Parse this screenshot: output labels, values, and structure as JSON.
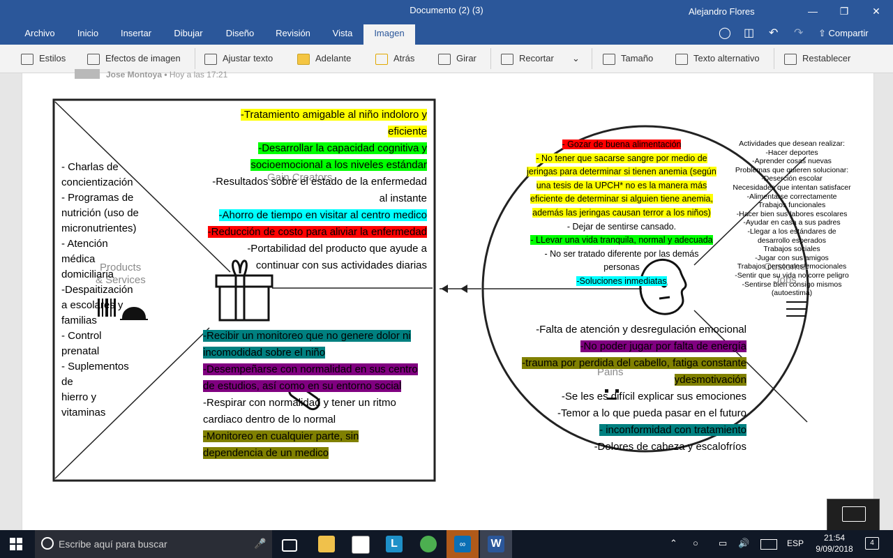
{
  "window": {
    "title": "Documento (2) (3)",
    "user": "Alejandro Flores",
    "share_label": "Compartir"
  },
  "tabs": [
    "Archivo",
    "Inicio",
    "Insertar",
    "Dibujar",
    "Diseño",
    "Revisión",
    "Vista",
    "Imagen"
  ],
  "ribbon": {
    "estilos": "Estilos",
    "efectos": "Efectos de imagen",
    "ajustar": "Ajustar texto",
    "adelante": "Adelante",
    "atras": "Atrás",
    "girar": "Girar",
    "recortar": "Recortar",
    "tamano": "Tamaño",
    "texto_alt": "Texto alternativo",
    "restablecer": "Restablecer"
  },
  "comment": {
    "author": "Jose Montoya",
    "time": "Hoy a las 17:21"
  },
  "canvas_labels": {
    "gain_creators": "Gain Creators",
    "products": "Products",
    "services": "& Services",
    "customer": "Customer",
    "jobs": "Jobs",
    "pains": "Pains"
  },
  "products_list": [
    "- Charlas de",
    "concientización",
    "- Programas de",
    "nutrición (uso de",
    "micronutrientes)",
    "- Atención",
    "médica",
    "domiciliaria",
    "-Despaitización",
    "a escolares y",
    "familias",
    "- Control",
    "prenatal",
    "- Suplementos",
    "de",
    " hierro y",
    "vitaminas"
  ],
  "gain_creators": [
    {
      "t": "-Tratamiento amigable al niño indoloro y",
      "c": "y"
    },
    {
      "t": "eficiente",
      "c": "y"
    },
    {
      "t": "-Desarrollar la capacidad cognitiva y",
      "c": "g"
    },
    {
      "t": "socioemocional a los niveles estándar",
      "c": "g"
    },
    {
      "t": "-Resultados sobre el estado de la enfermedad",
      "c": ""
    },
    {
      "t": "al instante",
      "c": ""
    },
    {
      "t": "-Ahorro de tiempo en visitar al centro medico",
      "c": "c"
    },
    {
      "t": "-Reducción de costo para aliviar la enfermedad",
      "c": "r"
    },
    {
      "t": "-Portabilidad del producto que ayude a",
      "c": ""
    },
    {
      "t": "continuar con sus actividades diarias",
      "c": ""
    }
  ],
  "pain_relievers": [
    {
      "t": "-Recibir un monitoreo que no genere dolor ni",
      "c": "t"
    },
    {
      "t": "incomodidad sobre el niño",
      "c": "t"
    },
    {
      "t": "-Desempeñarse con normalidad en sus centro",
      "c": "p"
    },
    {
      "t": "de estudios, así como en su entorno social",
      "c": "p"
    },
    {
      "t": "-Respirar con normalidad y tener un ritmo",
      "c": ""
    },
    {
      "t": "cardiaco dentro de lo normal",
      "c": ""
    },
    {
      "t": "-Monitoreo en cualquier parte, sin",
      "c": "o"
    },
    {
      "t": "dependencia de un medico",
      "c": "o"
    }
  ],
  "gains": [
    {
      "t": "- Gozar de buena alimentación",
      "c": "r"
    },
    {
      "t": "- No tener que sacarse sangre por medio de",
      "c": "y"
    },
    {
      "t": "jeringas para determinar si tienen anemia (según",
      "c": "y"
    },
    {
      "t": "una tesis de la UPCH* no es la manera más",
      "c": "y"
    },
    {
      "t": "eficiente de determinar si alguien tiene anemia,",
      "c": "y"
    },
    {
      "t": "además las jeringas causan terror a los niños)",
      "c": "y"
    },
    {
      "t": "- Dejar de sentirse cansado.",
      "c": ""
    },
    {
      "t": "- LLevar una vida tranquila, normal y adecuada",
      "c": "g"
    },
    {
      "t": "- No ser tratado diferente por las demás",
      "c": ""
    },
    {
      "t": "personas",
      "c": ""
    },
    {
      "t": "-Soluciones inmediatas",
      "c": "c"
    }
  ],
  "pains": [
    {
      "t": "-Falta de atención y desregulación emocional",
      "c": ""
    },
    {
      "t": "-No poder jugar por falta de energía",
      "c": "p"
    },
    {
      "t": "-trauma por perdida del cabello, fatiga constante",
      "c": "o"
    },
    {
      "t": "ydesmotivación",
      "c": "o"
    },
    {
      "t": "-Se les es difícil explicar sus emociones",
      "c": ""
    },
    {
      "t": "-Temor a  lo que pueda pasar en el futuro",
      "c": ""
    },
    {
      "t": "- inconformidad con tratamiento",
      "c": "t"
    },
    {
      "t": "-Dolores de cabeza y escalofríos",
      "c": ""
    }
  ],
  "customer_jobs": [
    "Actividades que desean realizar:",
    "-Hacer deportes",
    "-Aprender cosas nuevas",
    "Problemas que quieren solucionar:",
    "-Deserción escolar",
    "Necesidades que intentan satisfacer",
    "-Alimentarse correctamente",
    "Trabajos funcionales",
    "-Hacer bien sus labores escolares",
    "-Ayudar en casa a sus padres",
    "-Llegar a los estándares de",
    "desarrollo esperados",
    "Trabajos sociales",
    "-Jugar con sus amigos",
    "Trabajos personales/emocionales",
    "-Sentir que su vida no corre peligro",
    "-Sentirse bien consigo mismos",
    "(autoestima)"
  ],
  "taskbar": {
    "search_placeholder": "Escribe aquí para buscar",
    "lang": "ESP",
    "time": "21:54",
    "date": "9/09/2018",
    "notif_count": "4"
  }
}
